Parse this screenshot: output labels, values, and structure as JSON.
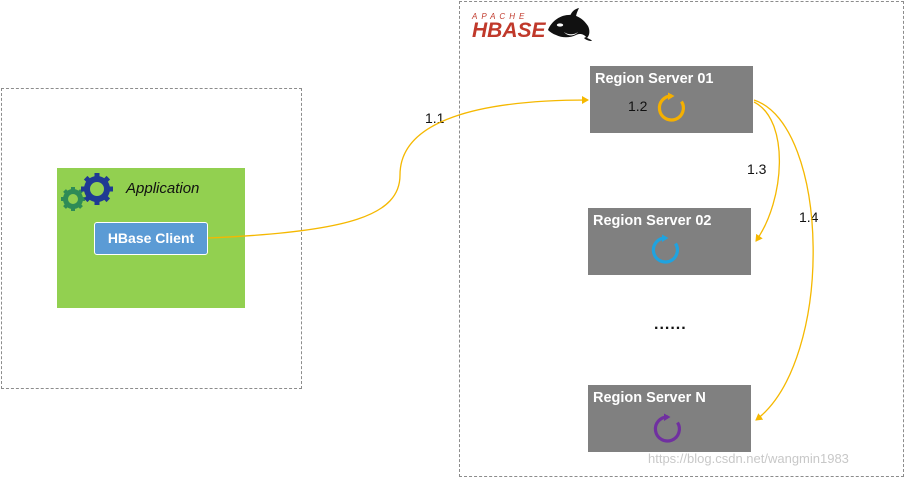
{
  "application": {
    "title": "Application",
    "client_button": "HBase Client"
  },
  "logo": {
    "apache": "APACHE",
    "hbase": "HBASE"
  },
  "region_servers": [
    {
      "label": "Region Server 01",
      "icon_color": "#f5b000"
    },
    {
      "label": "Region Server 02",
      "icon_color": "#1fa3e0"
    },
    {
      "label": "Region Server N",
      "icon_color": "#7030a0"
    }
  ],
  "ellipsis": "......",
  "steps": {
    "s11": "1.1",
    "s12": "1.2",
    "s13": "1.3",
    "s14": "1.4"
  },
  "watermark": "https://blog.csdn.net/wangmin1983",
  "colors": {
    "application_bg": "#92d050",
    "client_button_bg": "#5b9bd5",
    "region_server_bg": "#808080",
    "arrow": "#f5b800",
    "logo_red": "#c0392b"
  },
  "icons": {
    "gears": "gears-icon",
    "orca": "orca-icon",
    "refresh": "refresh-icon"
  }
}
